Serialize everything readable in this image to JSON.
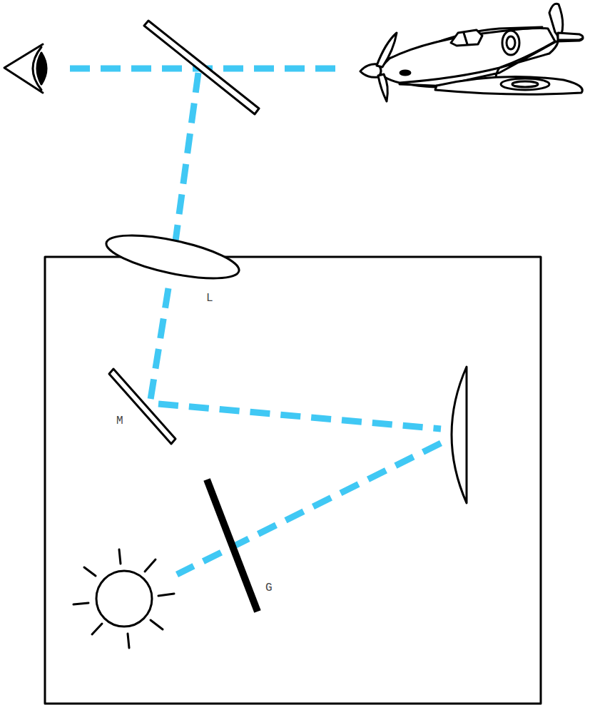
{
  "diagram": {
    "labels": [
      "L",
      "M",
      "G"
    ]
  }
}
